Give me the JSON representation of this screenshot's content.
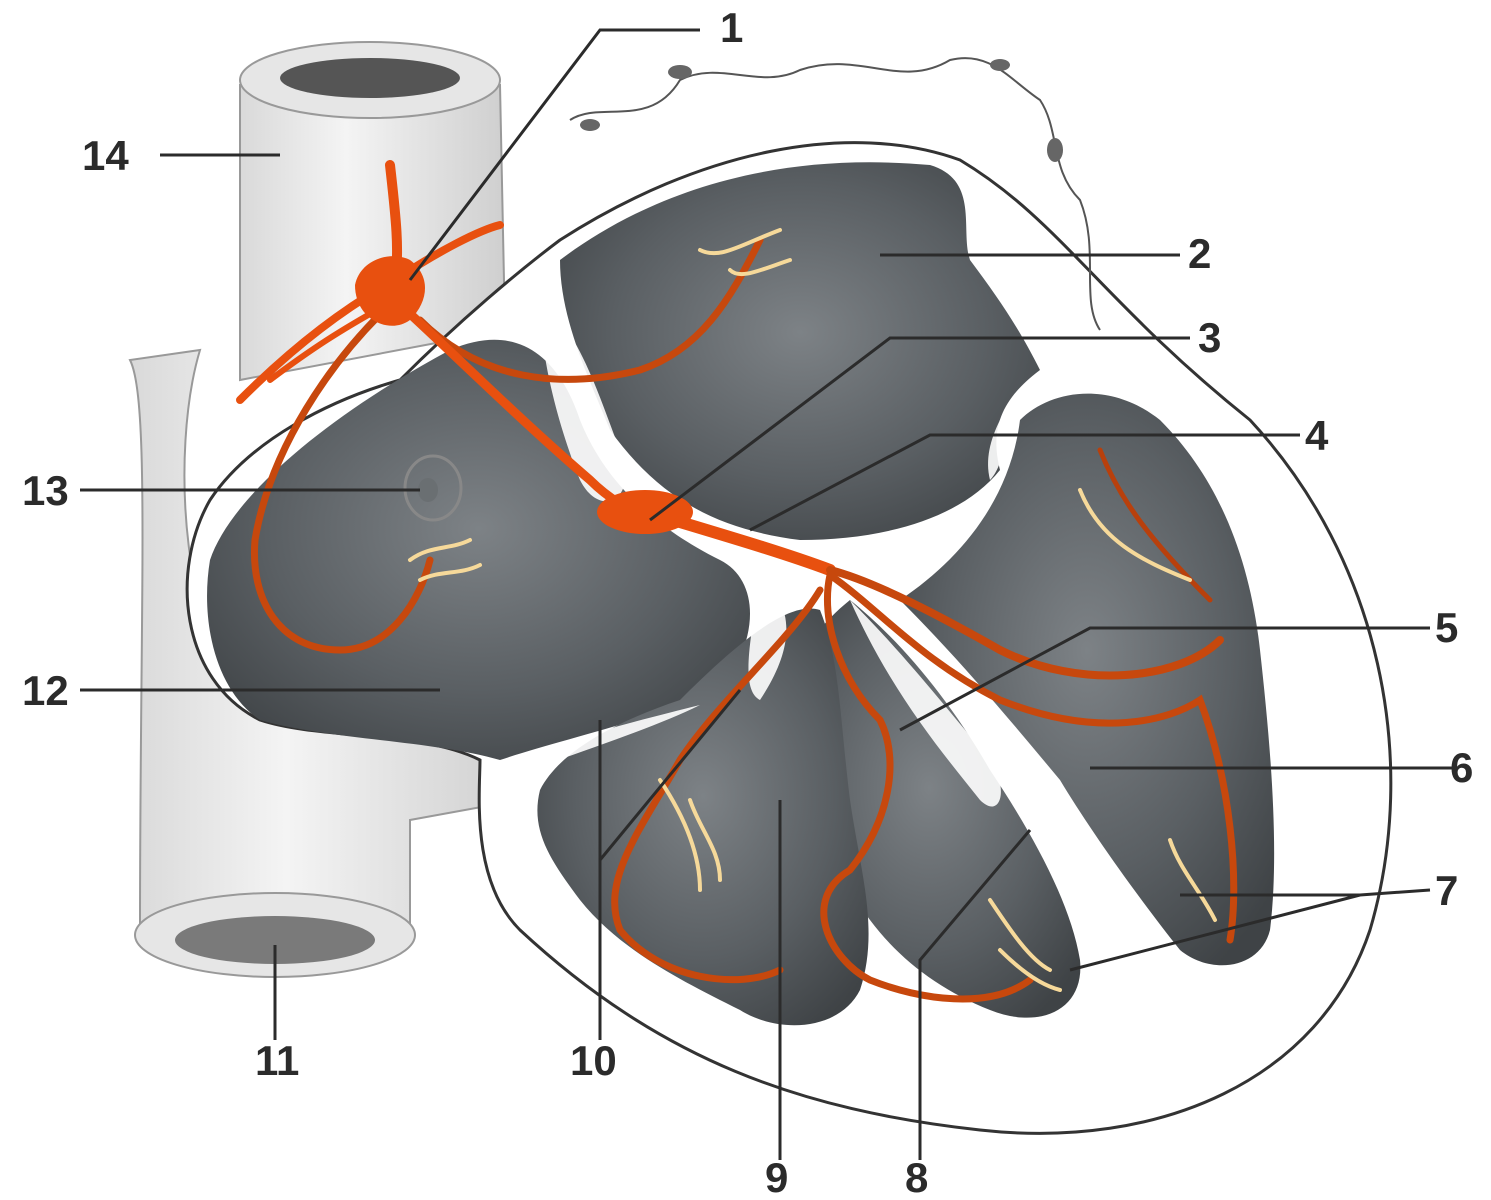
{
  "diagram": {
    "callouts": [
      {
        "id": "1",
        "text": "1"
      },
      {
        "id": "2",
        "text": "2"
      },
      {
        "id": "3",
        "text": "3"
      },
      {
        "id": "4",
        "text": "4"
      },
      {
        "id": "5",
        "text": "5"
      },
      {
        "id": "6",
        "text": "6"
      },
      {
        "id": "7",
        "text": "7"
      },
      {
        "id": "8",
        "text": "8"
      },
      {
        "id": "9",
        "text": "9"
      },
      {
        "id": "10",
        "text": "10"
      },
      {
        "id": "11",
        "text": "11"
      },
      {
        "id": "12",
        "text": "12"
      },
      {
        "id": "13",
        "text": "13"
      },
      {
        "id": "14",
        "text": "14"
      }
    ],
    "colors": {
      "myocardium": "#55595c",
      "myocardium_light": "#7a8084",
      "conduction": "#e8500f",
      "conduction_dark": "#b8400c",
      "branch_highlight": "#f6d99a",
      "vessel": "#eaeaea",
      "outline": "#333333"
    }
  }
}
